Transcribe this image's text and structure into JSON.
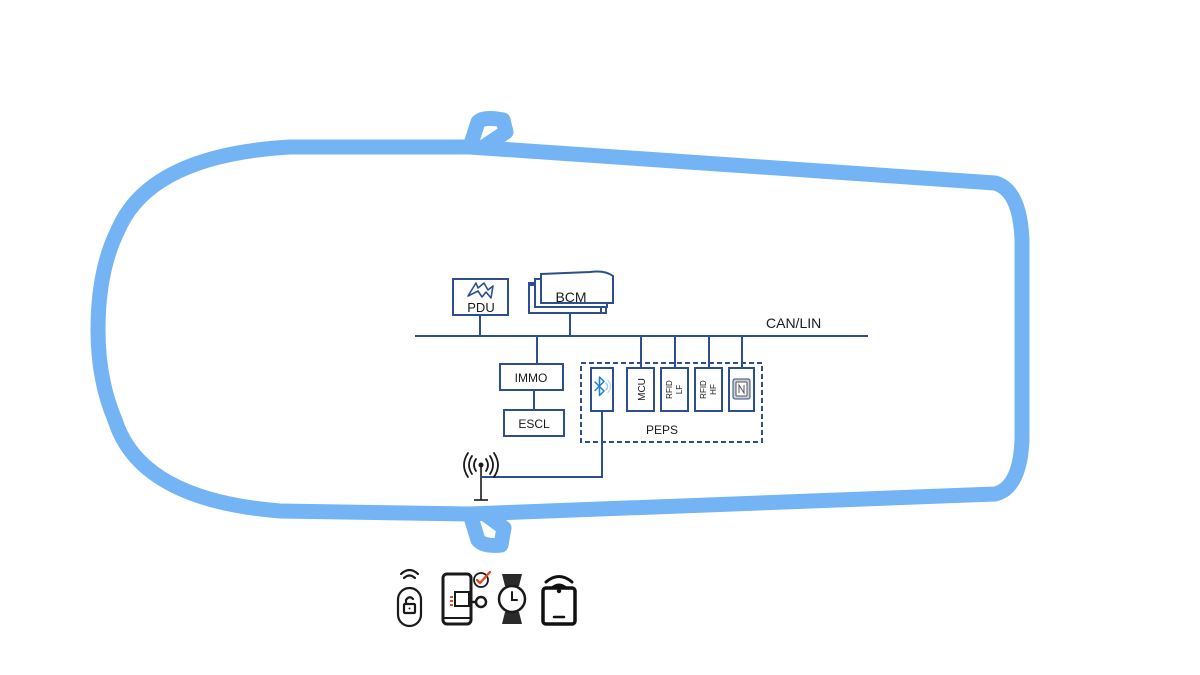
{
  "diagram": {
    "bus_label": "CAN/LIN",
    "pdu_label": "PDU",
    "bcm_label": "BCM",
    "immo_label": "IMMO",
    "escl_label": "ESCL",
    "peps_label": "PEPS",
    "mcu_label": "MCU",
    "rfid_lf_label_top": "RFID",
    "rfid_lf_label_bottom": "LF",
    "rfid_hf_label_top": "RFID",
    "rfid_hf_label_bottom": "HF"
  },
  "icons": [
    "key-fob-icon",
    "phone-digital-key-icon",
    "smartwatch-icon",
    "smartphone-icon",
    "bluetooth-icon",
    "nfc-icon",
    "antenna-icon",
    "power-icon"
  ],
  "colors": {
    "car_outline": "#74b4f5",
    "diagram_line": "#2e4f8f",
    "bluetooth": "#1e7fd6",
    "check_accent": "#e24a2b"
  }
}
